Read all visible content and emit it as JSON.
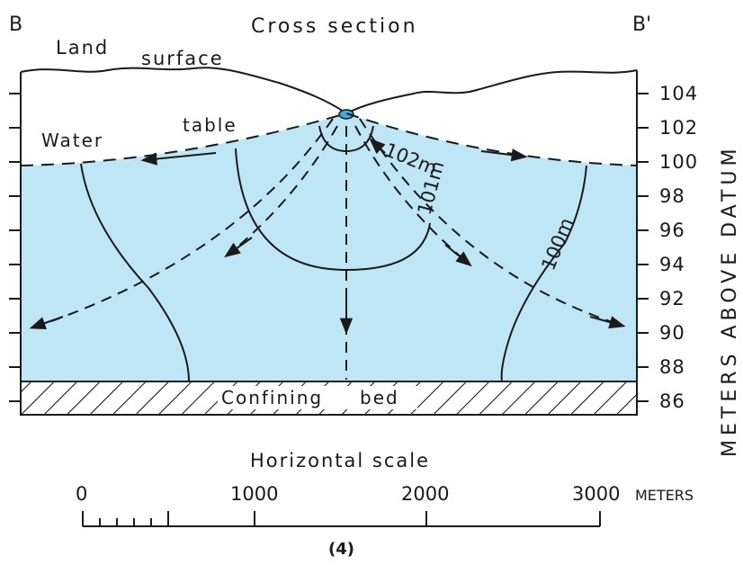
{
  "title": "Cross section",
  "end_left": "B",
  "end_right": "B'",
  "labels": {
    "land_surface_1": "Land",
    "land_surface_2": "surface",
    "water_table_1": "Water",
    "water_table_2": "table",
    "confining_bed_1": "Confining",
    "confining_bed_2": "bed",
    "contour_102": "102m",
    "contour_101": "101m",
    "contour_100": "100m"
  },
  "y_axis": {
    "title": "METERS ABOVE DATUM",
    "ticks": [
      "104",
      "102",
      "100",
      "98",
      "96",
      "94",
      "92",
      "90",
      "88",
      "86"
    ]
  },
  "x_scale": {
    "title": "Horizontal scale",
    "ticks": [
      "0",
      "1000",
      "2000",
      "3000"
    ],
    "unit": "METERS"
  },
  "figure_number": "(4)",
  "colors": {
    "water": "#bfe6f5",
    "stream": "#3fa9d8",
    "line": "#1a1a1a"
  }
}
